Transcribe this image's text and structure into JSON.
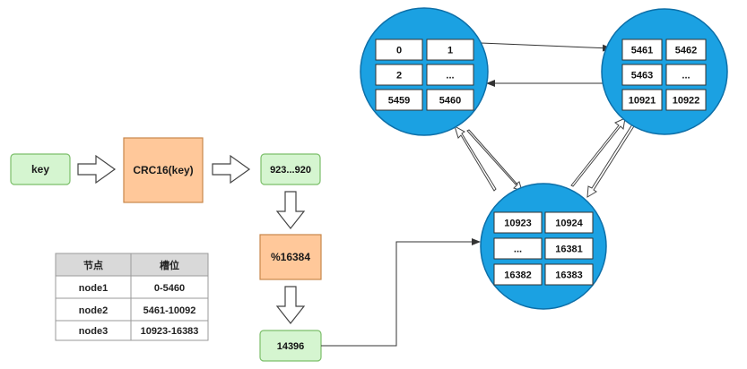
{
  "flow": {
    "key": "key",
    "crc": "CRC16(key)",
    "crc_result": "923...920",
    "mod": "%16384",
    "slot_result": "14396"
  },
  "table": {
    "headers": [
      "节点",
      "槽位"
    ],
    "rows": [
      {
        "node": "node1",
        "range": "0-5460"
      },
      {
        "node": "node2",
        "range": "5461-10092"
      },
      {
        "node": "node3",
        "range": "10923-16383"
      }
    ]
  },
  "nodes": {
    "node1": {
      "slots": [
        "0",
        "1",
        "2",
        "...",
        "5459",
        "5460"
      ]
    },
    "node2": {
      "slots": [
        "5461",
        "5462",
        "5463",
        "...",
        "10921",
        "10922"
      ]
    },
    "node3": {
      "slots": [
        "10923",
        "10924",
        "...",
        "16381",
        "16382",
        "16383"
      ]
    }
  },
  "colors": {
    "green_fill": "#d5f5d0",
    "green_stroke": "#7cbf6a",
    "orange_fill": "#ffc89a",
    "orange_stroke": "#c8874a",
    "circle_fill": "#1ba1e2",
    "circle_stroke": "#0d6fa8",
    "table_header": "#d9d9d9"
  }
}
